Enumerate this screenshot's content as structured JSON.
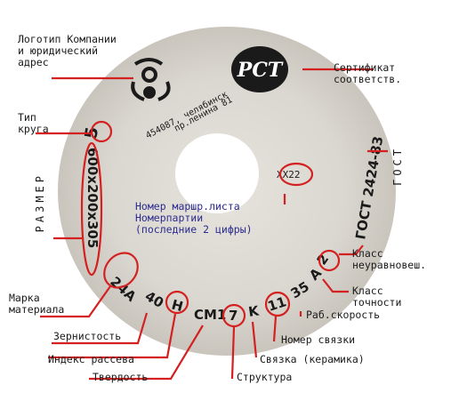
{
  "labels": {
    "logo": [
      "Логотип Компании",
      "и юридический",
      "адрес"
    ],
    "certificate": [
      "Сертификат",
      "соответств."
    ],
    "wheel_type": [
      "Тип",
      "круга"
    ],
    "gost": "ГОСТ",
    "size": "РАЗМЕР",
    "route_sheet": [
      "Номер маршр.листа",
      "Номерпартии",
      "(последние 2 цифры)"
    ],
    "imbalance": [
      "Класс",
      "неуравновеш."
    ],
    "accuracy": [
      "Класс",
      "точности"
    ],
    "speed": "Раб.скорость",
    "material": [
      "Марка",
      "материала"
    ],
    "grain": "Зернистость",
    "bond_number": "Номер связки",
    "scatter_index": "Индекс рассева",
    "bond_ceramic": "Связка (керамика)",
    "hardness": "Твердость",
    "structure": "Структура"
  },
  "wheel_text": {
    "address": [
      "454087, челябинск",
      "пр.ленина 81"
    ],
    "type_value": "5",
    "size_value": "600x200x305",
    "material_value": "24A",
    "grain_value": "40",
    "scatter_value": "H",
    "hardness_value": "CM1",
    "structure_value": "7",
    "bond_value": "K",
    "bond_number_value": "11",
    "speed_value": "35",
    "accuracy_value": "A",
    "imbalance_value": "2",
    "gost_value": "ГОСТ 2424-83",
    "batch_value": "XX22",
    "cert_letters": "PCT"
  },
  "colors": {
    "accent": "#d42020",
    "wheel": "#d9d6cf",
    "ink": "#1a1a1a",
    "blue_text": "#2b2b8f"
  }
}
